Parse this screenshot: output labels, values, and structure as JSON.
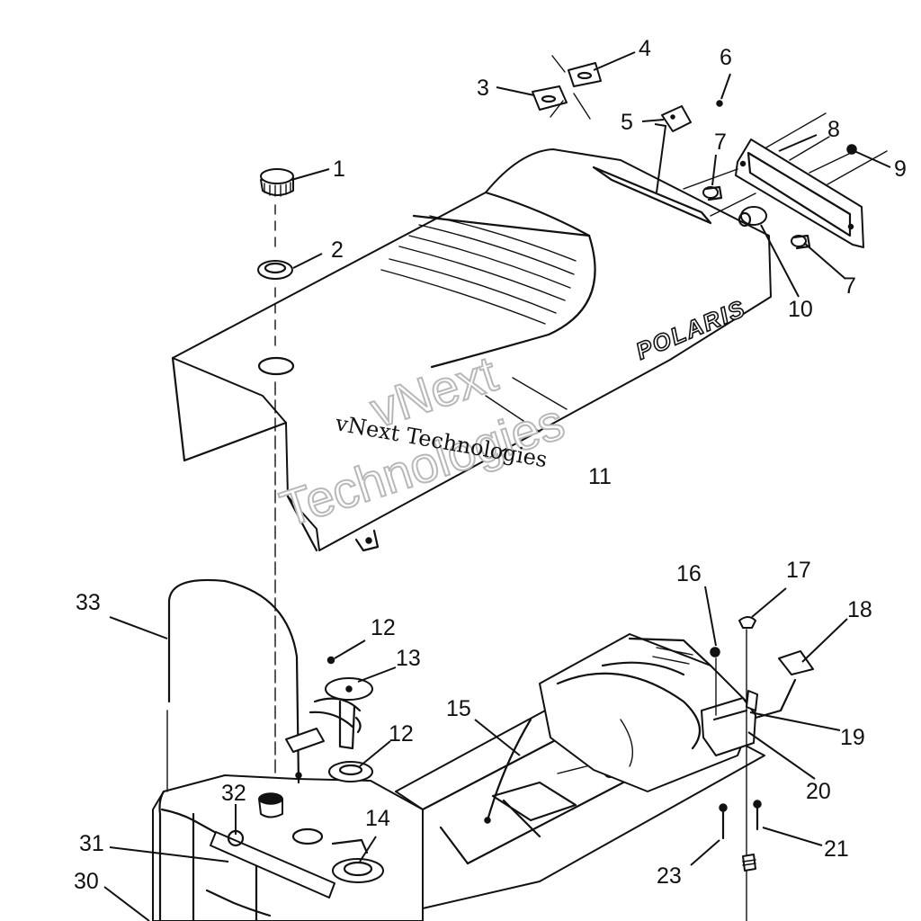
{
  "diagram": {
    "brand_text": "POLARIS",
    "watermark": {
      "small": "vNext Technologies",
      "big_line1": "vNext",
      "big_line2": "Technologies"
    },
    "callouts": [
      "1",
      "2",
      "3",
      "4",
      "5",
      "6",
      "7",
      "8",
      "9",
      "10",
      "7",
      "11",
      "12",
      "13",
      "12",
      "14",
      "15",
      "16",
      "17",
      "18",
      "19",
      "20",
      "21",
      "23",
      "30",
      "31",
      "32",
      "33"
    ]
  }
}
